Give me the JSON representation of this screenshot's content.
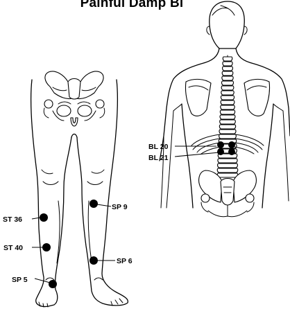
{
  "title": "Painful Damp Bi",
  "figures": {
    "front_legs": "front-legs-illustration",
    "back": "back-torso-illustration"
  },
  "points": {
    "st36": "ST 36",
    "st40": "ST 40",
    "sp5": "SP 5",
    "sp9": "SP 9",
    "sp6": "SP 6",
    "bl20": "BL 20",
    "bl21": "BL 21"
  },
  "colors": {
    "line": "#000000",
    "background": "#ffffff",
    "point": "#000000"
  }
}
